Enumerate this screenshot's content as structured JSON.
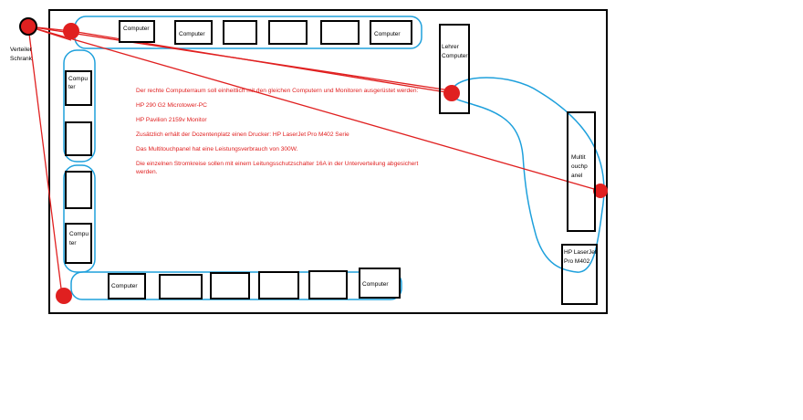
{
  "diagram": {
    "label_verteiler_line1": "Verteiler",
    "label_verteiler_line2": "Schrank",
    "computer_label": "Computer",
    "computer_split_line1": "Compu",
    "computer_split_line2": "ter",
    "computer_split_b_line1": "Compu",
    "computer_split_b_line2": "ter",
    "lehrer_line1": "Lehrer",
    "lehrer_line2": "Computer",
    "multitouch_line1": "Multit",
    "multitouch_line2": "ouchp",
    "multitouch_line3": "anel",
    "printer_line1": "HP LaserJet",
    "printer_line2": "Pro M402",
    "description": [
      "Der rechte Computerraum soll einheitlich mit den gleichen Computern und Monitoren ausgerüstet werden:",
      "HP 290 G2 Microtower-PC",
      "HP Pavilion 2159v Monitor",
      "Zusätzlich erhält der Dozentenplatz einen Drucker: HP LaserJet Pro M402 Serie",
      "Das Multitouchpanel hat eine Leistungsverbrauch von 300W.",
      "Die einzelnen Stromkreise sollen mit einem Leitungsschutzschalter 16A in der Unterverteilung abgesichert werden."
    ]
  },
  "colors": {
    "wall": "#000000",
    "circuit_loop": "#1ea0dc",
    "wire": "#e02020",
    "node": "#e02020",
    "text_red": "#e02020"
  }
}
